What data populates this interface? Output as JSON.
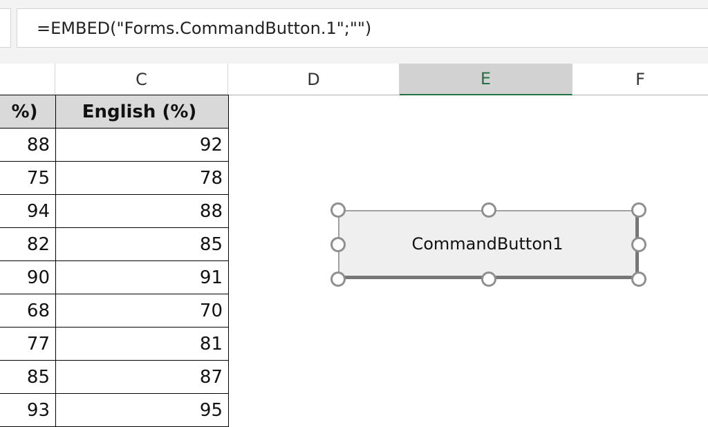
{
  "formula_bar": {
    "formula": "=EMBED(\"Forms.CommandButton.1\";\"\")"
  },
  "columns": [
    {
      "label": "C"
    },
    {
      "label": "D"
    },
    {
      "label": "E",
      "selected": true
    },
    {
      "label": "F"
    }
  ],
  "table": {
    "headers": [
      "%)",
      "English (%)"
    ],
    "rows": [
      [
        "88",
        "92"
      ],
      [
        "75",
        "78"
      ],
      [
        "94",
        "88"
      ],
      [
        "82",
        "85"
      ],
      [
        "90",
        "91"
      ],
      [
        "68",
        "70"
      ],
      [
        "77",
        "81"
      ],
      [
        "85",
        "87"
      ],
      [
        "93",
        "95"
      ]
    ]
  },
  "command_button": {
    "label": "CommandButton1"
  },
  "colors": {
    "selected_header": "#d2d2d2",
    "header_cell": "#d9d9d9",
    "excel_green": "#217346"
  }
}
